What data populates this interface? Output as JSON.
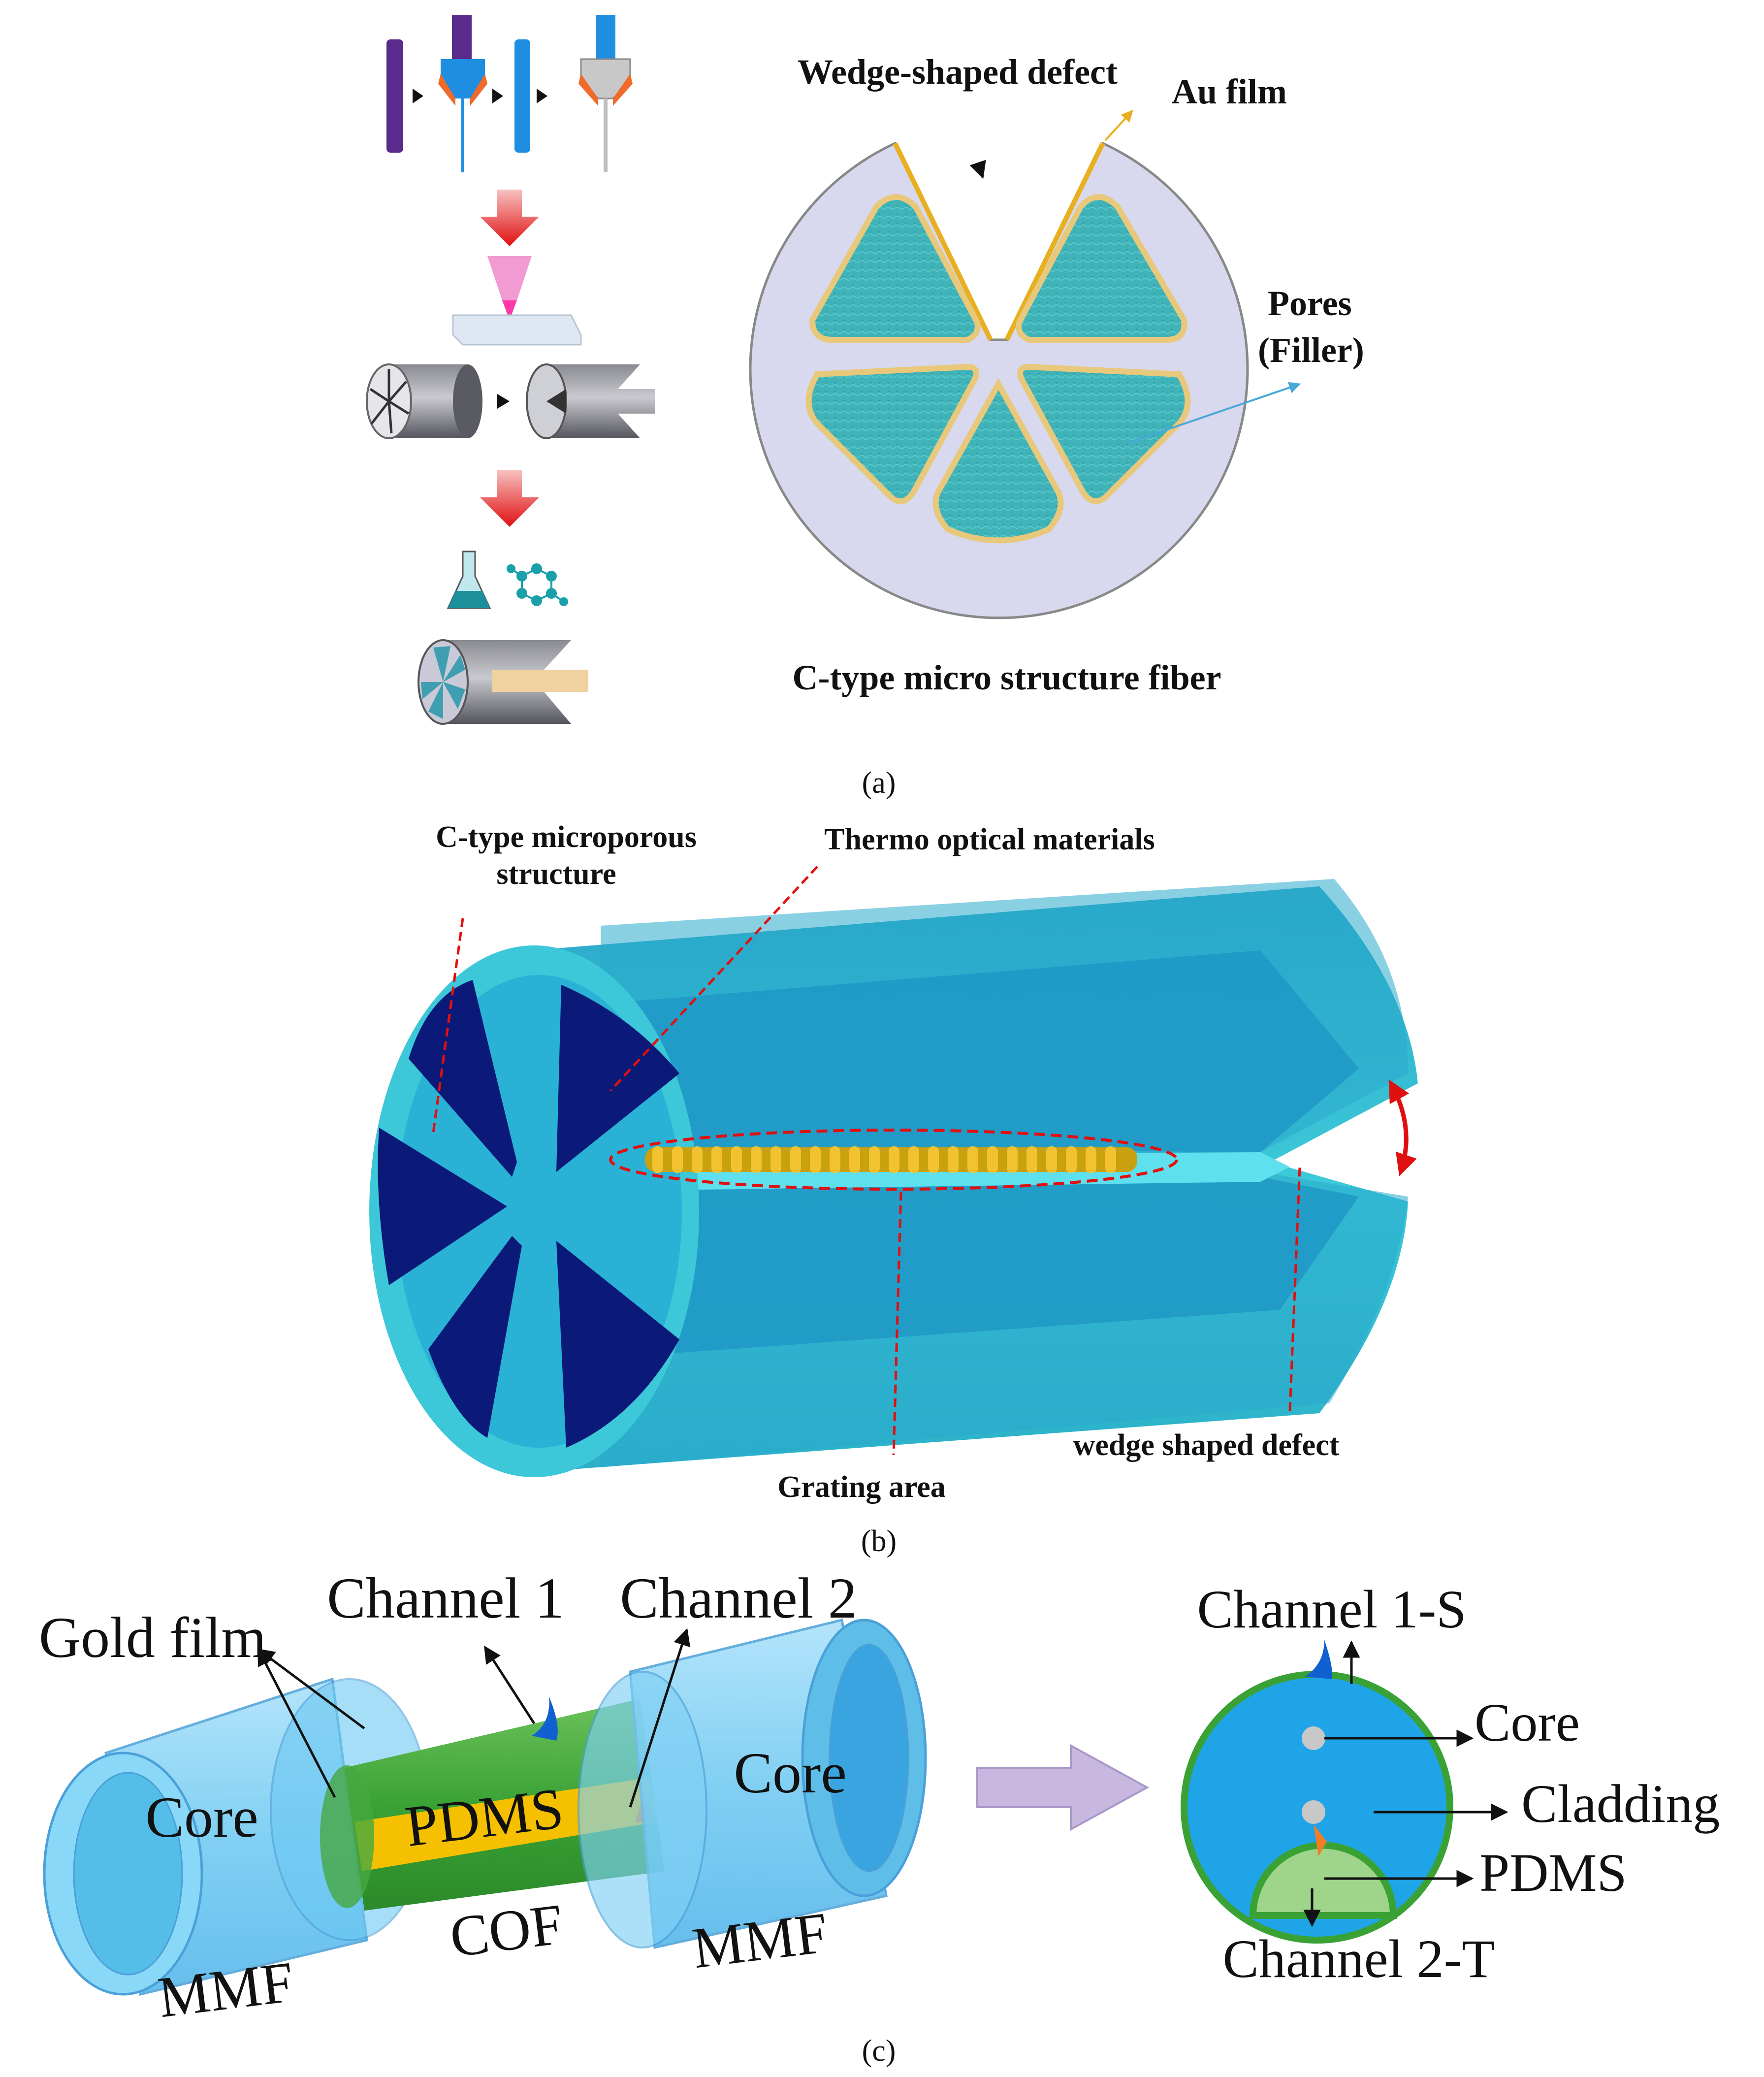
{
  "colors": {
    "cyan": "#35c3d6",
    "deep_cyan": "#1a8fb5",
    "navy": "#0b1a78",
    "red_dash": "#e01010",
    "gold": "#e8b020",
    "gold_light": "#f5d9a0",
    "lavender": "#d8d8ee",
    "teal_fill": "#3fb3b8",
    "green": "#3aa235",
    "pdms_yellow": "#f5c000",
    "light_blue": "#7fd0f5",
    "blue": "#1fa4e8",
    "arrow_purple": "#c8b8e0"
  },
  "panel_a": {
    "label_wedge": "Wedge-shaped defect",
    "label_au": "Au film",
    "label_pores_1": "Pores",
    "label_pores_2": "(Filler)",
    "label_fiber": "C-type micro structure fiber",
    "caption": "(a)"
  },
  "panel_b": {
    "label_ctype_1": "C-type microporous",
    "label_ctype_2": "structure",
    "label_thermo": "Thermo optical materials",
    "label_wedge": "wedge shaped defect",
    "label_grating": "Grating area",
    "caption": "(b)"
  },
  "panel_c": {
    "label_channel1": "Channel 1",
    "label_channel2": "Channel 2",
    "label_gold": "Gold film",
    "label_core_left": "Core",
    "label_pdms": "PDMS",
    "label_core_right": "Core",
    "label_cof": "COF",
    "label_mmf_left": "MMF",
    "label_mmf_right": "MMF",
    "label_ch1s": "Channel 1-S",
    "label_core_x": "Core",
    "label_cladding": "Cladding",
    "label_pdms_x": "PDMS",
    "label_ch2t": "Channel 2-T",
    "caption": "(c)"
  }
}
